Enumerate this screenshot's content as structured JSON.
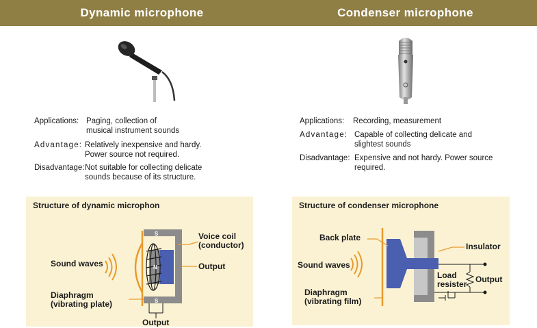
{
  "header": {
    "left_title": "Dynamic microphone",
    "right_title": "Condenser microphone"
  },
  "dynamic": {
    "applications_label": "Applications:",
    "applications_line1": "Paging, collection of",
    "applications_line2": "musical instrument sounds",
    "advantage_label": "Advantage:",
    "advantage_line1": "Relatively inexpensive and hardy.",
    "advantage_line2": "Power source not required.",
    "disadvantage_label": "Disadvantage:",
    "disadvantage_line1": "Not suitable for collecting delicate",
    "disadvantage_line2": "sounds because of its structure.",
    "diagram": {
      "title": "Structure of dynamic microphon",
      "voice_coil_line1": "Voice coil",
      "voice_coil_line2": "(conductor)",
      "sound_waves": "Sound waves",
      "output_right": "Output",
      "diaphragm_line1": "Diaphragm",
      "diaphragm_line2": "(vibrating plate)",
      "output_bottom": "Output",
      "magnet_s_top": "S",
      "magnet_n": "N",
      "magnet_s_bottom": "S"
    }
  },
  "condenser": {
    "applications_label": "Applications:",
    "applications_line1": "Recording, measurement",
    "advantage_label": "Advantage:",
    "advantage_line1": "Capable of collecting delicate and",
    "advantage_line2": "slightest sounds",
    "disadvantage_label": "Disadvantage:",
    "disadvantage_line1": "Expensive and not hardy. Power source",
    "disadvantage_line2": "required.",
    "diagram": {
      "title": "Structure of condenser microphone",
      "back_plate": "Back plate",
      "insulator": "Insulator",
      "sound_waves": "Sound waves",
      "load_line1": "Load",
      "load_line2": "resister",
      "output": "Output",
      "diaphragm_line1": "Diaphragm",
      "diaphragm_line2": "(vibrating film)"
    }
  },
  "colors": {
    "header": "#8f7f45",
    "panel": "#fbf2d4",
    "orange": "#e89a2b",
    "magnet_gray": "#8c8c8c",
    "coil_blue": "#4a5fb0",
    "plate_gray": "#c7c7c7"
  },
  "icons": [
    "dynamic-microphone-icon",
    "condenser-microphone-icon",
    "sound-waves-icon"
  ]
}
